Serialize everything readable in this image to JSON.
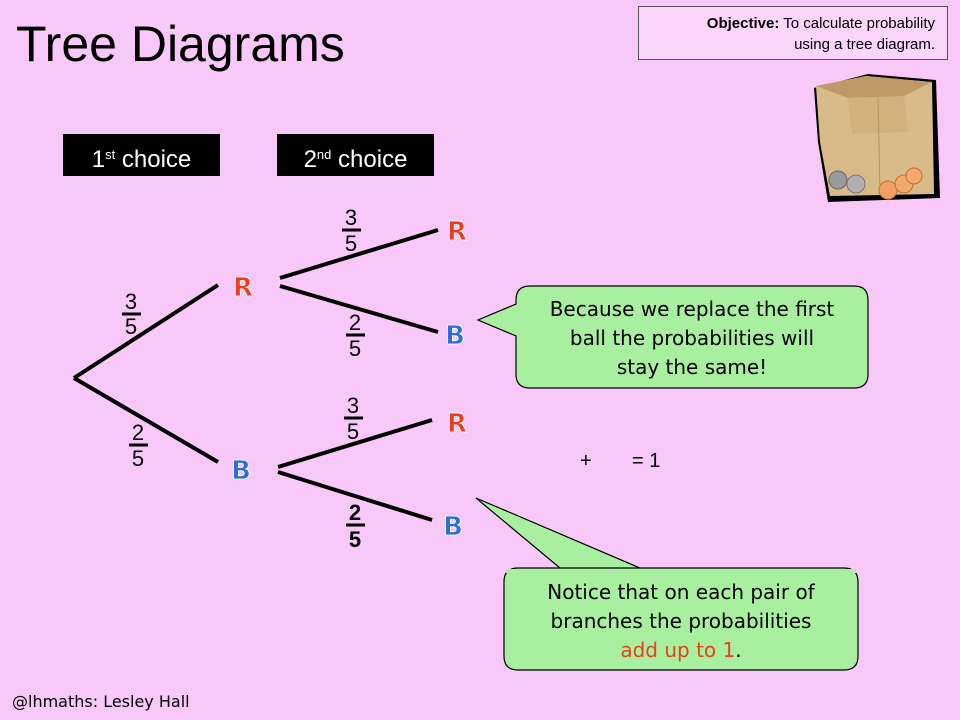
{
  "title": "Tree Diagrams",
  "objective": {
    "label": "Objective:",
    "line1": "To calculate probability",
    "line2": "using a tree diagram."
  },
  "headers": {
    "first": {
      "num": "1",
      "sup": "st",
      "text": " choice"
    },
    "second": {
      "num": "2",
      "sup": "nd",
      "text": " choice"
    }
  },
  "tree": {
    "first": {
      "red": {
        "label": "R",
        "num": "3",
        "den": "5"
      },
      "blue": {
        "label": "B",
        "num": "2",
        "den": "5"
      }
    },
    "after_red": {
      "red": {
        "label": "R",
        "num": "3",
        "den": "5"
      },
      "blue": {
        "label": "B",
        "num": "2",
        "den": "5"
      }
    },
    "after_blue": {
      "red": {
        "label": "R",
        "num": "3",
        "den": "5"
      },
      "blue": {
        "label": "B",
        "num": "2",
        "den": "5"
      }
    }
  },
  "sum": {
    "plus": "+",
    "equals": "= 1"
  },
  "callout1": {
    "line1": "Because we replace the first",
    "line2": "ball the probabilities will",
    "line3": "stay the same!"
  },
  "callout2": {
    "line1": "Notice that on each pair of",
    "line2": "branches the probabilities",
    "highlight": "add up to 1",
    "end": "."
  },
  "footer": "@lhmaths: Lesley Hall",
  "colors": {
    "background": "#f8c8f8",
    "red": "#e8401a",
    "blue": "#2a6fd6",
    "callout_fill": "#a8f0a0",
    "header_fill": "#000000"
  },
  "bag_icon": "paper-bag-with-balls"
}
